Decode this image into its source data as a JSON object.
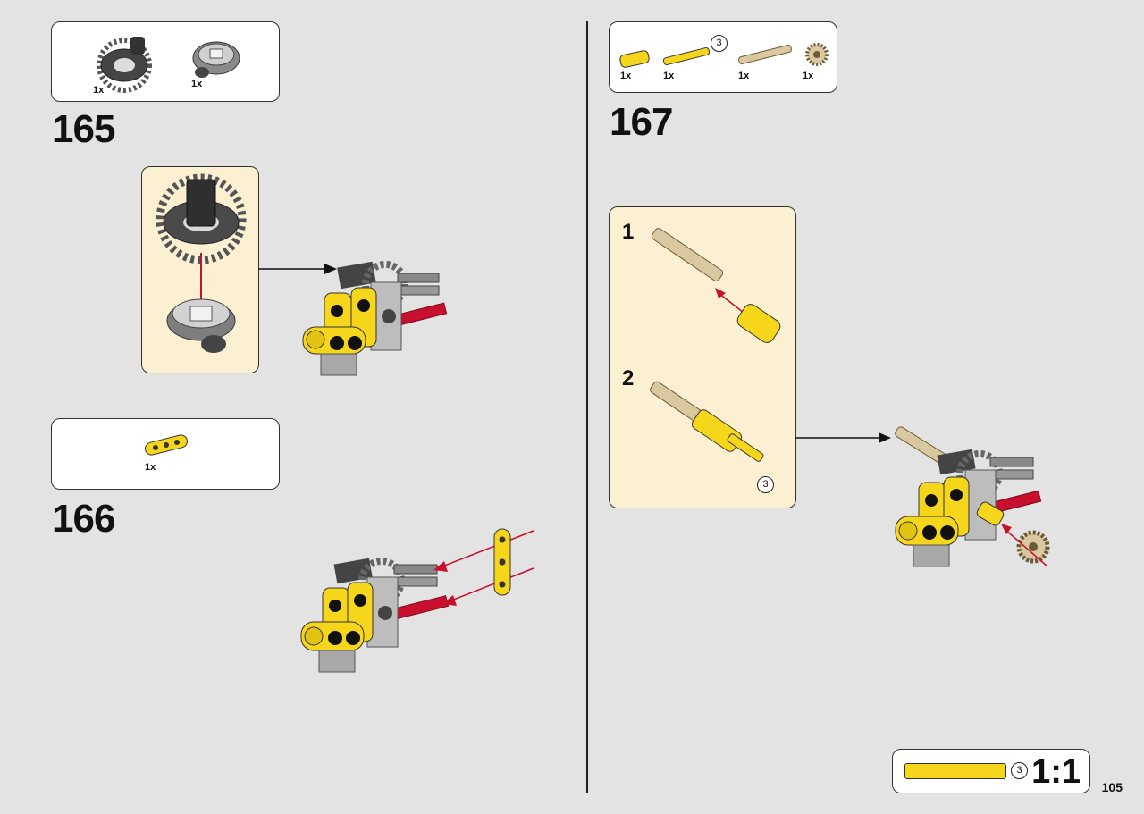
{
  "steps": [
    {
      "number": "165",
      "parts": [
        {
          "qty": "1x",
          "icon": "gear-turntable-part"
        },
        {
          "qty": "1x",
          "icon": "turntable-base-part"
        }
      ]
    },
    {
      "number": "166",
      "parts": [
        {
          "qty": "1x",
          "icon": "yellow-beam-part"
        }
      ]
    },
    {
      "number": "167",
      "parts": [
        {
          "qty": "1x",
          "icon": "yellow-connector-part"
        },
        {
          "qty": "1x",
          "icon": "yellow-axle-part",
          "length": "3"
        },
        {
          "qty": "1x",
          "icon": "tan-axle-part"
        },
        {
          "qty": "1x",
          "icon": "tan-gear-part"
        }
      ],
      "substeps": [
        {
          "number": "1"
        },
        {
          "number": "2",
          "length": "3"
        }
      ]
    }
  ],
  "scale": {
    "length": "3",
    "ratio": "1:1"
  },
  "page_number": "105",
  "colors": {
    "background": "#e3e3e3",
    "callout": "#fbf1d2",
    "yellow": "#f6d61b",
    "red": "#c8102e",
    "tan": "#d9c8a0",
    "gray": "#a8a8a8",
    "dark": "#333333"
  }
}
